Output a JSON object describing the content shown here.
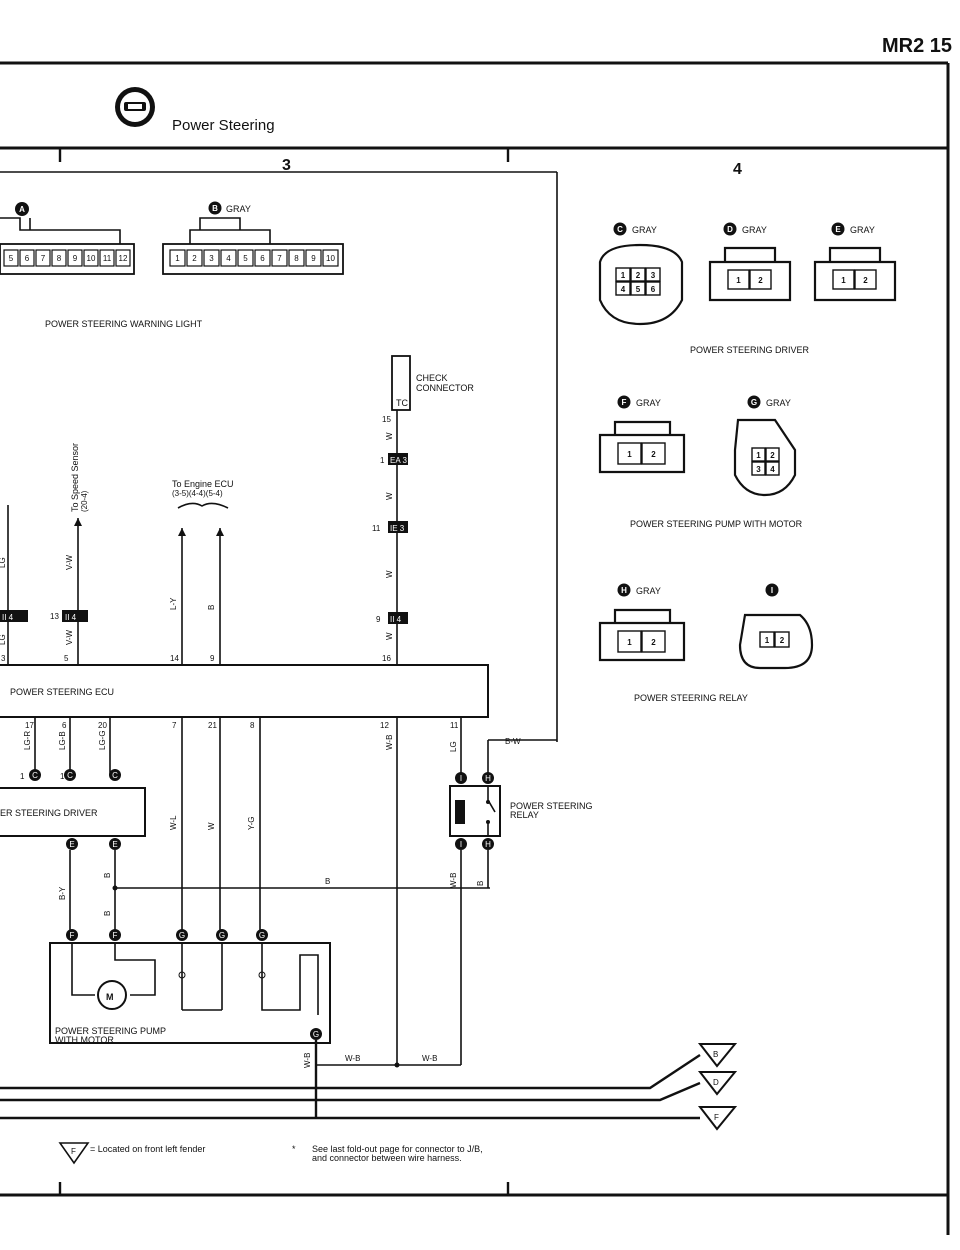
{
  "header": {
    "page": "MR2 15",
    "title": "Power Steering"
  },
  "sections": {
    "s3": "3",
    "s4": "4"
  },
  "connectors": {
    "A": {
      "letter": "A"
    },
    "B": {
      "letter": "B",
      "color": "GRAY"
    },
    "C": {
      "letter": "C",
      "color": "GRAY",
      "pins": [
        "1",
        "2",
        "3",
        "4",
        "5",
        "6"
      ]
    },
    "D": {
      "letter": "D",
      "color": "GRAY",
      "pins": [
        "1",
        "2"
      ]
    },
    "E": {
      "letter": "E",
      "color": "GRAY",
      "pins": [
        "1",
        "2"
      ]
    },
    "F": {
      "letter": "F",
      "color": "GRAY",
      "pins": [
        "1",
        "2"
      ]
    },
    "G": {
      "letter": "G",
      "color": "GRAY",
      "pins": [
        "1",
        "2",
        "3",
        "4"
      ]
    },
    "H": {
      "letter": "H",
      "color": "GRAY",
      "pins": [
        "1",
        "2"
      ]
    },
    "I": {
      "letter": "I",
      "pins": [
        "1",
        "2"
      ]
    },
    "A_pins": [
      "5",
      "6",
      "7",
      "8",
      "9",
      "10",
      "11",
      "12"
    ],
    "B_pins": [
      "1",
      "2",
      "3",
      "4",
      "5",
      "6",
      "7",
      "8",
      "9",
      "10"
    ]
  },
  "captions": {
    "warning_light": "POWER STEERING WARNING LIGHT",
    "driver": "POWER STEERING DRIVER",
    "pump_with_motor": "POWER STEERING PUMP WITH MOTOR",
    "relay": "POWER STEERING RELAY"
  },
  "components": {
    "check_connector": [
      "CHECK",
      "CONNECTOR"
    ],
    "tc": "TC",
    "ecu": "POWER STEERING ECU",
    "driver_partial": "ER STEERING DRIVER",
    "relay_label": [
      "POWER STEERING",
      "RELAY"
    ],
    "pump_label": [
      "POWER STEERING PUMP",
      "WITH MOTOR"
    ],
    "motor": "M"
  },
  "references": {
    "engine_ecu": [
      "To Engine ECU",
      "(3-5)(4-4)(5-4)"
    ],
    "speed_sensor": [
      "To Speed Sensor",
      "(20-4)"
    ]
  },
  "junctions": {
    "EA3": "EA 3",
    "IE3": "IE 3",
    "II4": "II 4"
  },
  "wires": {
    "lg": "LG",
    "vw": "V-W",
    "w": "W",
    "ly": "L-Y",
    "b": "B",
    "bw": "B-W",
    "lgr": "LG-R",
    "lgb": "LG-B",
    "lgg": "LG-G",
    "wb": "W-B",
    "wl": "W-L",
    "yg": "Y-G",
    "by": "B-Y"
  },
  "pins": {
    "ecu_top": [
      "5",
      "14",
      "9",
      "16",
      "3",
      "13"
    ],
    "ecu_bottom": [
      "17",
      "6",
      "20",
      "7",
      "21",
      "8",
      "12",
      "11"
    ],
    "tc_pins": [
      "15",
      "1",
      "11",
      "9"
    ]
  },
  "grounds": [
    "B",
    "D",
    "F"
  ],
  "footer": {
    "legend_letter": "F",
    "legend_text": "= Located on front left fender",
    "note_mark": "*",
    "note": [
      "See last fold-out page for connector to J/B,",
      "and connector between wire harness."
    ]
  }
}
